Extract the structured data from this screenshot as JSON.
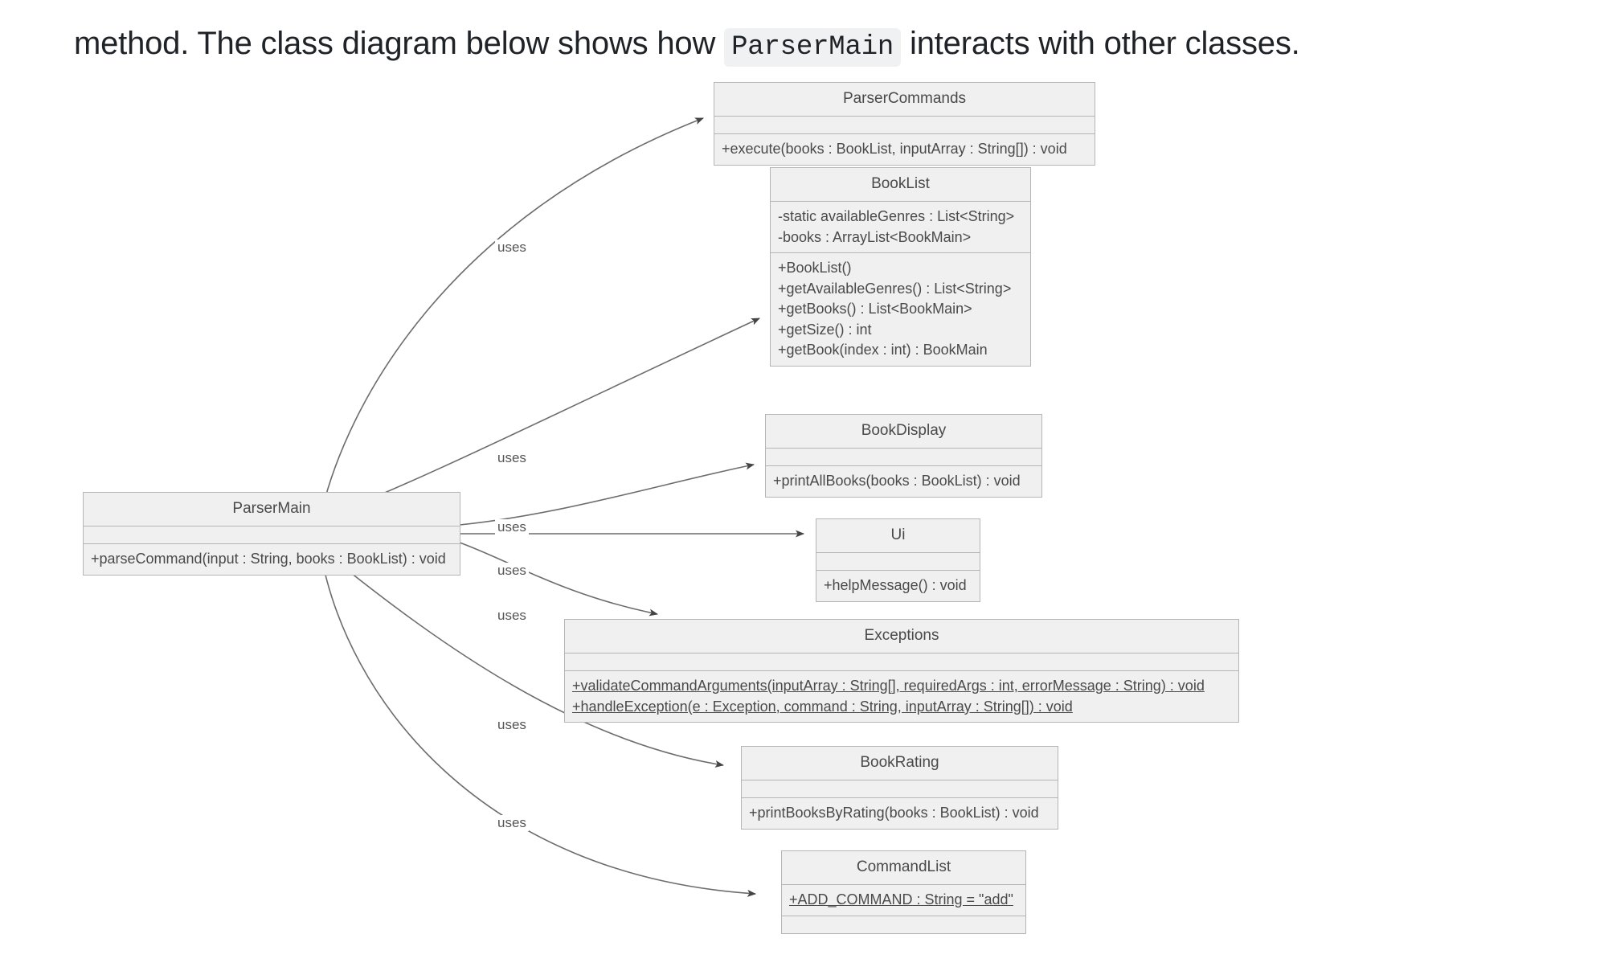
{
  "header": {
    "before": "method. The class diagram below shows how",
    "code": "ParserMain",
    "after": "interacts with other classes."
  },
  "diagram": {
    "kind": "uml-class-diagram",
    "edge_label": "uses",
    "colors": {
      "box_fill": "#f0f0f0",
      "box_border": "#b5b5b5",
      "text": "#4a4a4a",
      "edge": "#666666",
      "page_background": "#ffffff",
      "code_chip_background": "#f0f1f3"
    },
    "source_class": "ParserMain",
    "classes": [
      {
        "id": "parsermain",
        "name": "ParserMain",
        "attributes": [],
        "methods": [
          {
            "text": "+parseCommand(input : String, books : BookList) : void",
            "static": false
          }
        ],
        "empty_attributes_compartment": true
      },
      {
        "id": "parsercommands",
        "name": "ParserCommands",
        "attributes": [],
        "methods": [
          {
            "text": "+execute(books : BookList, inputArray : String[]) : void",
            "static": false
          }
        ],
        "empty_attributes_compartment": true
      },
      {
        "id": "booklist",
        "name": "BookList",
        "attributes": [
          {
            "text": "-static availableGenres : List<String>",
            "static": false
          },
          {
            "text": "-books : ArrayList<BookMain>",
            "static": false
          }
        ],
        "methods": [
          {
            "text": "+BookList()",
            "static": false
          },
          {
            "text": "+getAvailableGenres() : List<String>",
            "static": false
          },
          {
            "text": "+getBooks() : List<BookMain>",
            "static": false
          },
          {
            "text": "+getSize() : int",
            "static": false
          },
          {
            "text": "+getBook(index : int) : BookMain",
            "static": false
          }
        ],
        "empty_attributes_compartment": false
      },
      {
        "id": "bookdisplay",
        "name": "BookDisplay",
        "attributes": [],
        "methods": [
          {
            "text": "+printAllBooks(books : BookList) : void",
            "static": false
          }
        ],
        "empty_attributes_compartment": true
      },
      {
        "id": "ui",
        "name": "Ui",
        "attributes": [],
        "methods": [
          {
            "text": "+helpMessage() : void",
            "static": false
          }
        ],
        "empty_attributes_compartment": true
      },
      {
        "id": "exceptions",
        "name": "Exceptions",
        "attributes": [],
        "methods": [
          {
            "text": "+validateCommandArguments(inputArray : String[], requiredArgs : int, errorMessage : String) : void",
            "static": true
          },
          {
            "text": "+handleException(e : Exception, command : String, inputArray : String[]) : void",
            "static": true
          }
        ],
        "empty_attributes_compartment": true
      },
      {
        "id": "bookrating",
        "name": "BookRating",
        "attributes": [],
        "methods": [
          {
            "text": "+printBooksByRating(books : BookList) : void",
            "static": false
          }
        ],
        "empty_attributes_compartment": true
      },
      {
        "id": "commandlist",
        "name": "CommandList",
        "attributes": [
          {
            "text": "+ADD_COMMAND : String = \"add\"",
            "static": true
          }
        ],
        "methods": [],
        "empty_attributes_compartment": false
      }
    ],
    "relationships": [
      {
        "from": "ParserMain",
        "to": "ParserCommands",
        "label": "uses",
        "arrow": "solid-filled"
      },
      {
        "from": "ParserMain",
        "to": "BookList",
        "label": "uses",
        "arrow": "solid-filled"
      },
      {
        "from": "ParserMain",
        "to": "BookDisplay",
        "label": "uses",
        "arrow": "solid-filled"
      },
      {
        "from": "ParserMain",
        "to": "Ui",
        "label": "uses",
        "arrow": "solid-filled"
      },
      {
        "from": "ParserMain",
        "to": "Exceptions",
        "label": "uses",
        "arrow": "solid-filled"
      },
      {
        "from": "ParserMain",
        "to": "BookRating",
        "label": "uses",
        "arrow": "solid-filled"
      },
      {
        "from": "ParserMain",
        "to": "CommandList",
        "label": "uses",
        "arrow": "solid-filled"
      }
    ]
  }
}
